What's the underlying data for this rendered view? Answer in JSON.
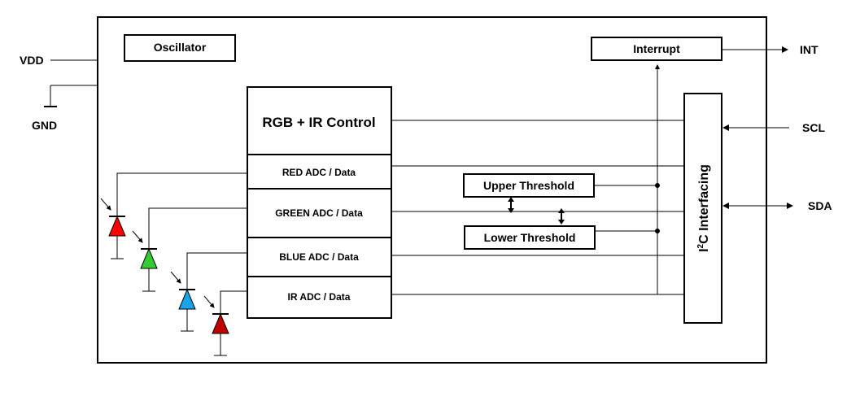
{
  "pins": {
    "vdd": "VDD",
    "gnd": "GND",
    "int": "INT",
    "scl": "SCL",
    "sda": "SDA"
  },
  "blocks": {
    "oscillator": "Oscillator",
    "interrupt": "Interrupt",
    "control": "RGB + IR Control",
    "red_adc": "RED ADC / Data",
    "green_adc": "GREEN ADC / Data",
    "blue_adc": "BLUE ADC / Data",
    "ir_adc": "IR ADC / Data",
    "upper_threshold": "Upper Threshold",
    "lower_threshold": "Lower Threshold",
    "i2c_prefix": "I",
    "i2c_sup": "2",
    "i2c_rest": "C Interfacing"
  },
  "colors": {
    "red_diode": "#ff0000",
    "green_diode": "#33cc33",
    "blue_diode": "#1aa3e8",
    "ir_diode": "#c00000"
  }
}
